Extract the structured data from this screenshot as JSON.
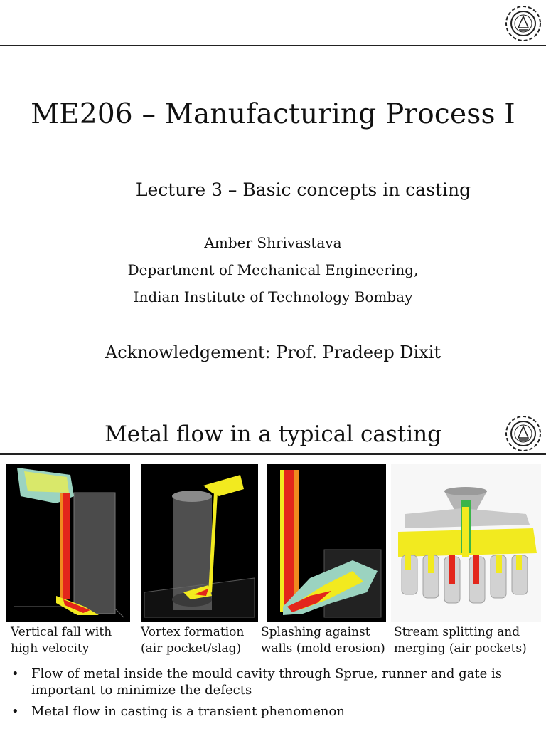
{
  "slide1": {
    "title": "ME206 – Manufacturing Process I",
    "subtitle": "Lecture 3 – Basic concepts in casting",
    "author": "Amber Shrivastava",
    "department": "Department of Mechanical Engineering,",
    "institute": "Indian Institute of Technology Bombay",
    "acknowledgement": "Acknowledgement: Prof. Pradeep Dixit"
  },
  "slide2": {
    "title": "Metal flow in a typical casting",
    "panels": [
      {
        "caption_line1": "Vertical fall with",
        "caption_line2": "high velocity"
      },
      {
        "caption_line1": "Vortex formation",
        "caption_line2": "(air pocket/slag)"
      },
      {
        "caption_line1": "Splashing against",
        "caption_line2": "walls (mold erosion)"
      },
      {
        "caption_line1": "Stream splitting and",
        "caption_line2": "merging (air pockets)"
      }
    ],
    "bullets": [
      {
        "marker": "•",
        "text": "Flow of metal inside the mould cavity through Sprue, runner and gate is important to minimize the defects"
      },
      {
        "marker": "•",
        "text": "Metal flow in casting is a transient phenomenon"
      }
    ]
  },
  "colors": {
    "rule": "#222222",
    "sim_black": "#000000",
    "metal_red": "#e3261b",
    "metal_yellow": "#f2ea1f",
    "mold_gray": "#5a5a5a"
  }
}
